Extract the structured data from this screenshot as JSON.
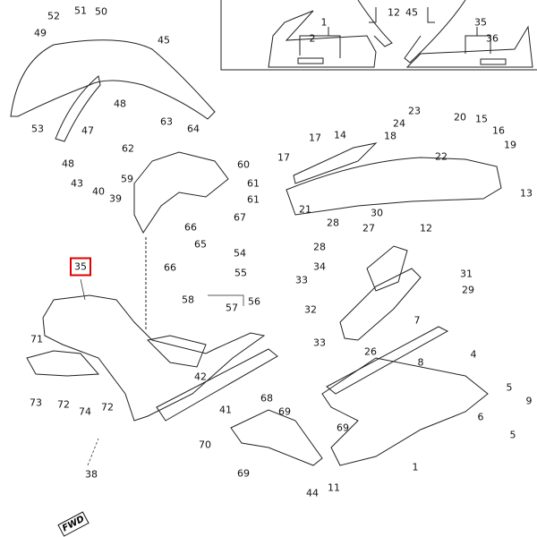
{
  "diagram_title": "",
  "highlighted_part": "35",
  "fwd_marker": "FWD",
  "inset_labels": [
    "12",
    "45",
    "1",
    "2",
    "35",
    "36"
  ],
  "labels": [
    "52",
    "51",
    "50",
    "49",
    "45",
    "48",
    "53",
    "47",
    "48",
    "63",
    "64",
    "62",
    "60",
    "59",
    "43",
    "40",
    "39",
    "61",
    "61",
    "67",
    "66",
    "65",
    "66",
    "54",
    "55",
    "58",
    "56",
    "57",
    "71",
    "73",
    "72",
    "74",
    "72",
    "42",
    "41",
    "38",
    "68",
    "69",
    "69",
    "70",
    "69",
    "44",
    "11",
    "1",
    "5",
    "9",
    "6",
    "5",
    "4",
    "8",
    "7",
    "26",
    "33",
    "32",
    "33",
    "34",
    "28",
    "28",
    "27",
    "30",
    "31",
    "29",
    "12",
    "21",
    "17",
    "17",
    "14",
    "18",
    "24",
    "23",
    "22",
    "20",
    "15",
    "16",
    "19",
    "13"
  ]
}
